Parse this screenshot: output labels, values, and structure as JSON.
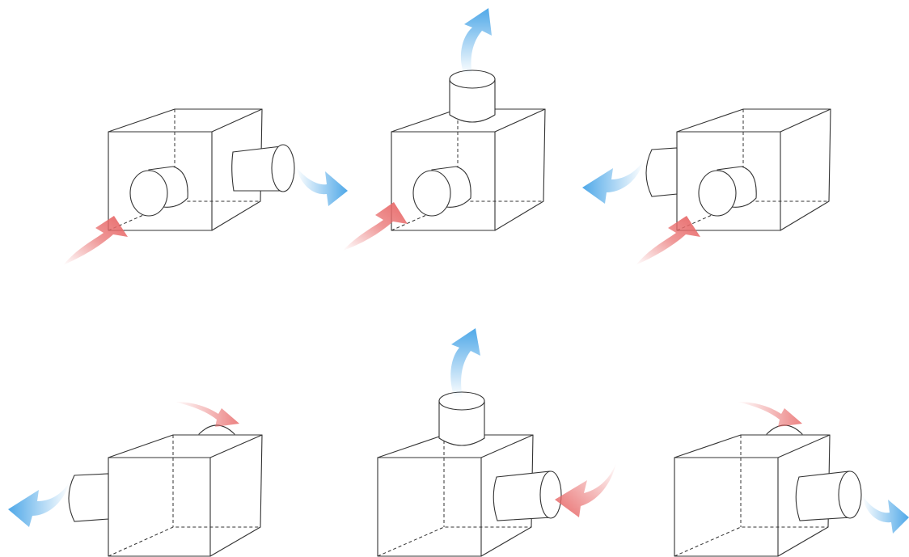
{
  "diagram": {
    "kind": "duct-box-airflow-configurations",
    "colors": {
      "inflow_arrow": "#e86a6a",
      "outflow_arrow": "#4fa8e8",
      "line": "#333333",
      "background": "#ffffff"
    },
    "panels": [
      {
        "id": "top-left",
        "inflow": "front",
        "outflow": "right"
      },
      {
        "id": "top-middle",
        "inflow": "front",
        "outflow": "top"
      },
      {
        "id": "top-right",
        "inflow": "front",
        "outflow": "left"
      },
      {
        "id": "bottom-left",
        "inflow": "top",
        "outflow": "left"
      },
      {
        "id": "bottom-middle",
        "inflow": "right",
        "outflow": "top"
      },
      {
        "id": "bottom-right",
        "inflow": "top",
        "outflow": "right"
      }
    ]
  }
}
